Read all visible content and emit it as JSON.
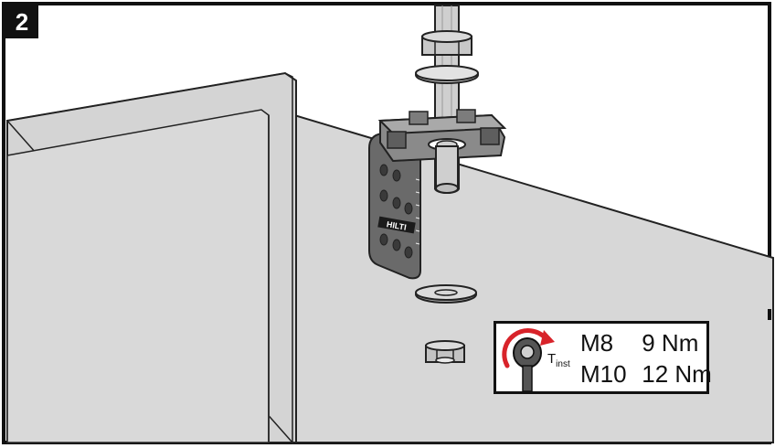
{
  "step": {
    "number": "2"
  },
  "bracket": {
    "logo_text": "HILTI"
  },
  "torque_table": {
    "symbol_main": "T",
    "symbol_sub": "inst",
    "rows": [
      {
        "size": "M8",
        "torque": "9 Nm"
      },
      {
        "size": "M10",
        "torque": "12 Nm"
      }
    ]
  },
  "colors": {
    "frame": "#111111",
    "panel_fill": "#d7d7d7",
    "torque_arrow": "#d8232a",
    "bracket_fill": "#6a6a6a"
  }
}
